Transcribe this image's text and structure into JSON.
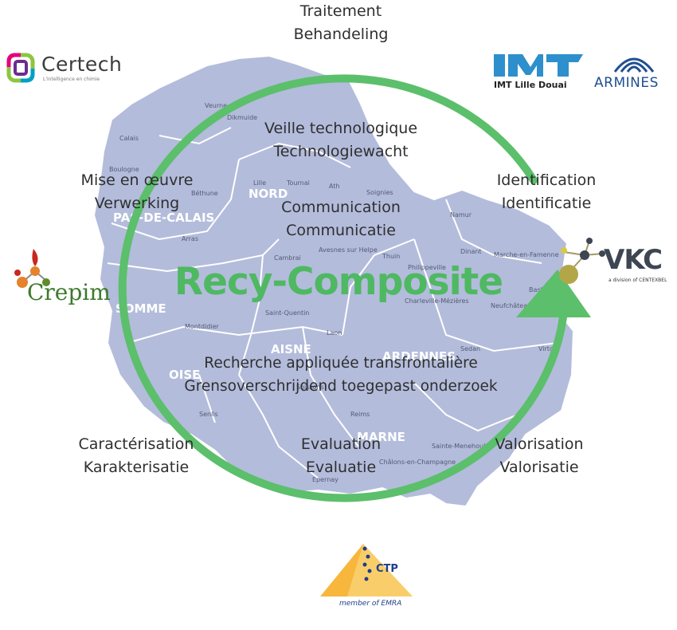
{
  "colors": {
    "map_fill": "#b3bcdb",
    "map_border": "#ffffff",
    "cycle_green": "#5cbf6b",
    "title_green": "#4fb862",
    "text_dark": "#2f2f2f"
  },
  "title": "Recy-Composite",
  "cycle_labels": {
    "traitement": [
      "Traitement",
      "Behandeling"
    ],
    "veille": [
      "Veille technologique",
      "Technologiewacht"
    ],
    "mise_en_oeuvre": [
      "Mise en œuvre",
      "Verwerking"
    ],
    "communication": [
      "Communication",
      "Communicatie"
    ],
    "identification": [
      "Identification",
      "Identificatie"
    ],
    "recherche": [
      "Recherche appliquée transfrontalière",
      "Grensoverschrijdend toegepast onderzoek"
    ],
    "caracterisation": [
      "Caractérisation",
      "Karakterisatie"
    ],
    "evaluation": [
      "Evaluation",
      "Evaluatie"
    ],
    "valorisation": [
      "Valorisation",
      "Valorisatie"
    ]
  },
  "map": {
    "regions": [
      "NORD",
      "PAS-DE-CALAIS",
      "SOMME",
      "AISNE",
      "OISE",
      "ARDENNES",
      "MARNE"
    ],
    "towns": [
      "Veurne",
      "Dikmuide",
      "Calais",
      "Boulogne",
      "Lille",
      "Tournai",
      "Ath",
      "Soignies",
      "Namur",
      "Dinant",
      "Philippeville",
      "Arras",
      "Cambrai",
      "Avesnes sur Helpe",
      "Thuin",
      "Saint-Quentin",
      "Montdidier",
      "Laon",
      "Soissons",
      "Charleville-Mézières",
      "Sedan",
      "Reims",
      "Châlons-en-Champagne",
      "Epernay",
      "Sainte-Menehould",
      "Neufchâteau",
      "Virton",
      "Bastogne",
      "Marche-en-Famenne",
      "Béthune",
      "Senlis"
    ]
  },
  "logos": {
    "certech": {
      "name": "Certech",
      "tagline": "L'intelligence en chimie"
    },
    "imt": {
      "name": "IMT Lille Douai"
    },
    "armines": {
      "name": "ARMINES"
    },
    "vkc": {
      "name": "VKC",
      "tagline": "a division of CENTEXBEL"
    },
    "crepim": {
      "name": "Crepim"
    },
    "ctp": {
      "name": "CTP",
      "tagline": "member of EMRA"
    }
  }
}
